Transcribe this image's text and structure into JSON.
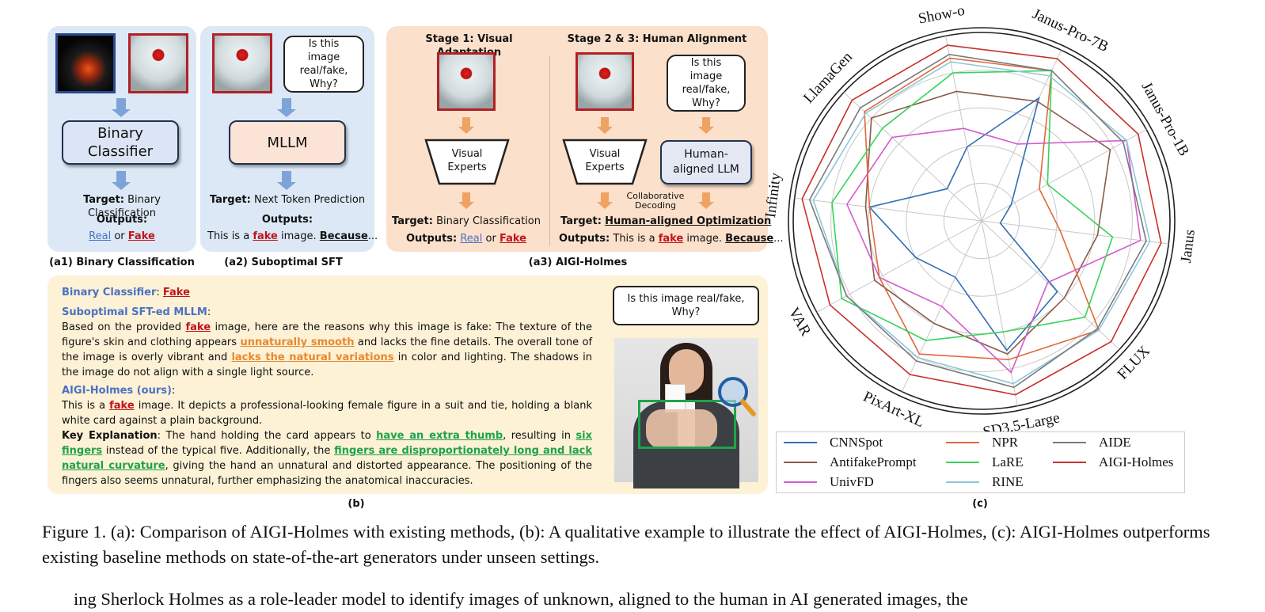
{
  "a1": {
    "module": "Binary Classifier",
    "target_label": "Target:",
    "target_text": "Binary Classification",
    "outputs_label": "Outputs:",
    "out_real": "Real",
    "out_or": "or",
    "out_fake": "Fake",
    "caption": "(a1) Binary Classification"
  },
  "a2": {
    "question": "Is this image real/fake, Why?",
    "module": "MLLM",
    "target_label": "Target:",
    "target_text": "Next Token Prediction",
    "outputs_label": "Outputs:",
    "out_pre": "This is a",
    "out_fake": "fake",
    "out_mid": "image.",
    "out_because": "Because",
    "out_ellipsis": "...",
    "caption": "(a2) Suboptimal SFT"
  },
  "a3": {
    "stage1": "Stage 1: Visual Adaptation",
    "stage23": "Stage 2 & 3: Human Alignment",
    "visual_experts": "Visual Experts",
    "question": "Is this image real/fake, Why?",
    "llm": "Human-aligned LLM",
    "collab": "Collaborative Decoding",
    "t1_label": "Target:",
    "t1_text": "Binary Classification",
    "o1_label": "Outputs:",
    "o1_real": "Real",
    "o1_or": "or",
    "o1_fake": "Fake",
    "t2_label": "Target:",
    "t2_text": "Human-aligned Optimization",
    "o2_label": "Outputs:",
    "o2_pre": "This is a",
    "o2_fake": "fake",
    "o2_mid": "image.",
    "o2_because": "Because",
    "o2_ellipsis": "...",
    "caption": "(a3) AIGI-Holmes"
  },
  "b": {
    "bc_label": "Binary Classifier",
    "bc_colon": ":",
    "bc_value": "Fake",
    "sft_label": "Suboptimal SFT-ed MLLM",
    "sft_colon": ":",
    "sft_1": "Based on the provided",
    "sft_fake": "fake",
    "sft_2": "image, here are the reasons why this image is fake: The texture of the figure's skin and clothing appears",
    "sft_smooth": "unnaturally smooth",
    "sft_3": "and lacks the fine details. The overall tone of the image is overly vibrant and",
    "sft_var": "lacks the natural variations",
    "sft_4": "in color and lighting. The shadows in the image do not align with a single light source.",
    "holmes_label": "AIGI-Holmes (ours)",
    "holmes_colon": ":",
    "h_1": "This is a",
    "h_fake": "fake",
    "h_2": "image. It depicts a professional-looking female figure in a suit and tie, holding a blank white card against a plain background.",
    "key_label": "Key Explanation",
    "k_1": ": The hand holding the card appears to",
    "k_thumb": "have an extra thumb",
    "k_2": ", resulting in",
    "k_six": "six fingers",
    "k_3": "instead of the typical five. Additionally, the",
    "k_long": "fingers are disproportionately long and lack natural curvature",
    "k_4": ", giving the hand an unnatural and distorted appearance. The positioning of the fingers also seems unnatural, further emphasizing the anatomical inaccuracies.",
    "question": "Is this image real/fake, Why?",
    "caption": "(b)"
  },
  "c": {
    "caption": "(c)"
  },
  "chart_data": {
    "type": "radar",
    "categories": [
      "Janus-Pro-7B",
      "Janus-Pro-1B",
      "Janus",
      "FLUX",
      "SD3.5-Large",
      "PixArt-XL",
      "VAR",
      "Infinity",
      "LlamaGen",
      "Show-o"
    ],
    "rmax": 100,
    "grid": true,
    "series": [
      {
        "name": "CNNSpot",
        "color": "#2f6fb3",
        "values": [
          72,
          18,
          10,
          55,
          70,
          33,
          40,
          60,
          25,
          40
        ]
      },
      {
        "name": "AntifakePrompt",
        "color": "#8b5a4a",
        "values": [
          70,
          78,
          62,
          60,
          72,
          60,
          65,
          62,
          80,
          70
        ]
      },
      {
        "name": "UnivFD",
        "color": "#d45ccc",
        "values": [
          45,
          88,
          85,
          48,
          82,
          50,
          62,
          72,
          65,
          50
        ]
      },
      {
        "name": "NPR",
        "color": "#e0683a",
        "values": [
          88,
          35,
          42,
          85,
          75,
          78,
          62,
          60,
          85,
          88
        ]
      },
      {
        "name": "LaRE",
        "color": "#38d45a",
        "values": [
          88,
          40,
          70,
          75,
          60,
          70,
          85,
          80,
          72,
          80
        ]
      },
      {
        "name": "RINE",
        "color": "#8ec8dc",
        "values": [
          85,
          88,
          90,
          85,
          88,
          80,
          82,
          90,
          84,
          86
        ]
      },
      {
        "name": "AIDE",
        "color": "#7a7a7a",
        "values": [
          88,
          86,
          88,
          84,
          90,
          82,
          82,
          92,
          88,
          90
        ]
      },
      {
        "name": "AIGI-Holmes",
        "color": "#c8302c",
        "values": [
          95,
          95,
          96,
          94,
          94,
          90,
          92,
          96,
          94,
          95
        ]
      }
    ],
    "legend": [
      "CNNSpot",
      "NPR",
      "AIDE",
      "AntifakePrompt",
      "LaRE",
      "AIGI-Holmes",
      "UnivFD",
      "RINE"
    ]
  },
  "figure_caption": "Figure 1. (a): Comparison of AIGI-Holmes with existing methods, (b): A qualitative example to illustrate the effect of AIGI-Holmes, (c): AIGI-Holmes outperforms existing baseline methods on state-of-the-art generators under unseen settings.",
  "body_line": "ing Sherlock Holmes as a role-leader model to identify images of unknown, aligned to the human in AI generated images, the"
}
